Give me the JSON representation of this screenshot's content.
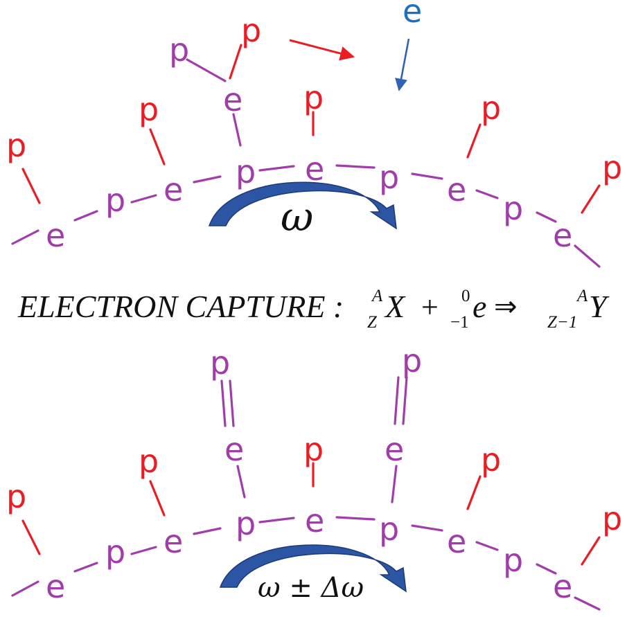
{
  "symbols": {
    "p": "p",
    "e": "e"
  },
  "top": {
    "rotation_label": "ω"
  },
  "equation": {
    "prefix": "ELECTRON CAPTURE :",
    "A1": "A",
    "Z1": "Z",
    "X": "X",
    "plus": "+",
    "zero": "0",
    "minus1": "−1",
    "e": "e",
    "arrow": "⇒",
    "A2": "A",
    "Zm1": "Z−1",
    "Y": "Y"
  },
  "bottom": {
    "rotation_label": "ω ± Δω"
  },
  "colors": {
    "purple": "#a13cab",
    "red": "#ea1c24",
    "blue": "#1f6fc0",
    "arrow_fill": "#2c55a3"
  }
}
